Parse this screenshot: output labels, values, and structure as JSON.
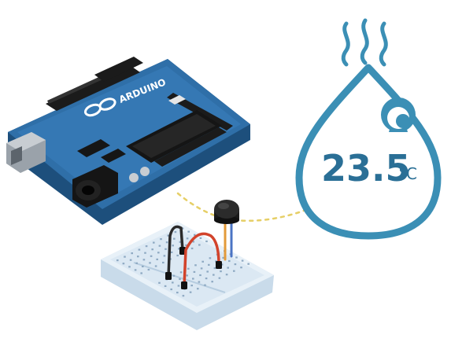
{
  "board": {
    "label": "ARDUINO",
    "board_color": "#2f6fa8"
  },
  "sensor": {
    "temperature_value": "23.5",
    "temperature_unit": "°C",
    "drop_color": "#3b8fb5"
  },
  "icons": [
    "heat-waves-icon",
    "water-drop-icon"
  ]
}
